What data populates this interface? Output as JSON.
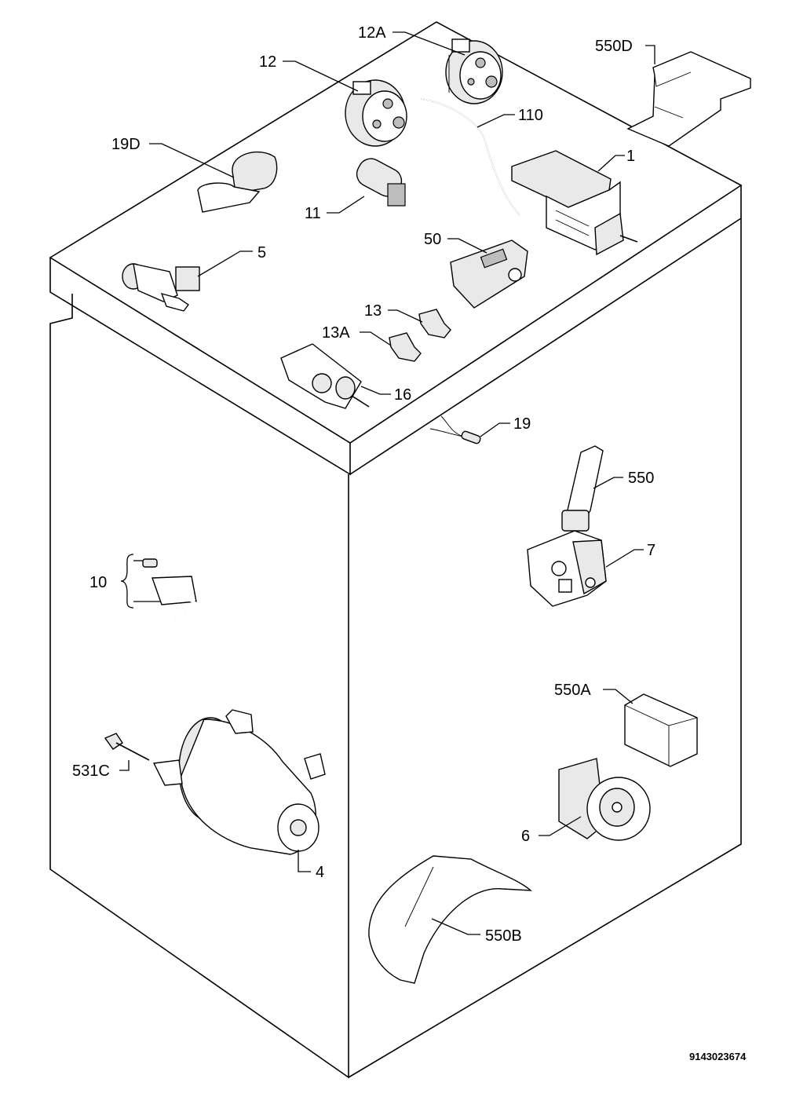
{
  "diagram": {
    "document_number": "9143023674",
    "callouts": {
      "p12A": "12A",
      "p550D": "550D",
      "p12": "12",
      "p110": "110",
      "p19D": "19D",
      "p1": "1",
      "p11": "11",
      "p50": "50",
      "p5": "5",
      "p13": "13",
      "p13A": "13A",
      "p16": "16",
      "p19": "19",
      "p550": "550",
      "p7": "7",
      "p10": "10",
      "p550A": "550A",
      "p531C": "531C",
      "p6": "6",
      "p4": "4",
      "p550B": "550B"
    }
  }
}
